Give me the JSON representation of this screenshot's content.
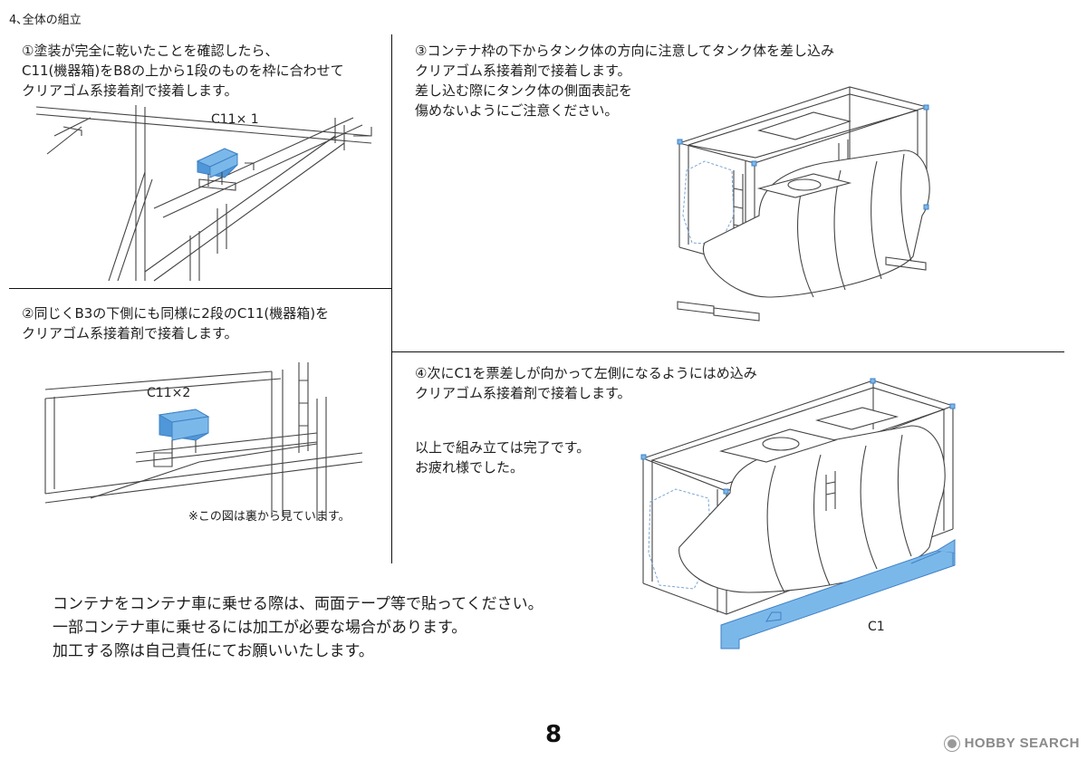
{
  "header": {
    "title": "4､全体の組立"
  },
  "steps": [
    {
      "lines": [
        "①塗装が完全に乾いたことを確認したら、",
        "C11(機器箱)をB8の上から1段のものを枠に合わせて",
        "クリアゴム系接着剤で接着します。"
      ],
      "part_label": "C11× 1"
    },
    {
      "lines": [
        "②同じくB3の下側にも同様に2段のC11(機器箱)を",
        "クリアゴム系接着剤で接着します。"
      ],
      "part_label": "C11×2",
      "note": "※この図は裏から見ています。"
    },
    {
      "lines": [
        "③コンテナ枠の下からタンク体の方向に注意してタンク体を差し込み",
        "クリアゴム系接着剤で接着します。",
        "差し込む際にタンク体の側面表記を",
        "傷めないようにご注意ください。"
      ]
    },
    {
      "lines": [
        "④次にC1を票差しが向かって左側になるようにはめ込み",
        "クリアゴム系接着剤で接着します。"
      ],
      "complete": [
        "以上で組み立ては完了です。",
        "お疲れ様でした。"
      ],
      "part_label": "C1"
    }
  ],
  "footer_notes": [
    "コンテナをコンテナ車に乗せる際は、両面テープ等で貼ってください。",
    "一部コンテナ車に乗せるには加工が必要な場合があります。",
    "加工する際は自己責任にてお願いいたします。"
  ],
  "page_number": "8",
  "watermark": {
    "text": "HOBBY SEARCH"
  },
  "colors": {
    "part_highlight": "#7bb8ea",
    "line": "#444444"
  }
}
